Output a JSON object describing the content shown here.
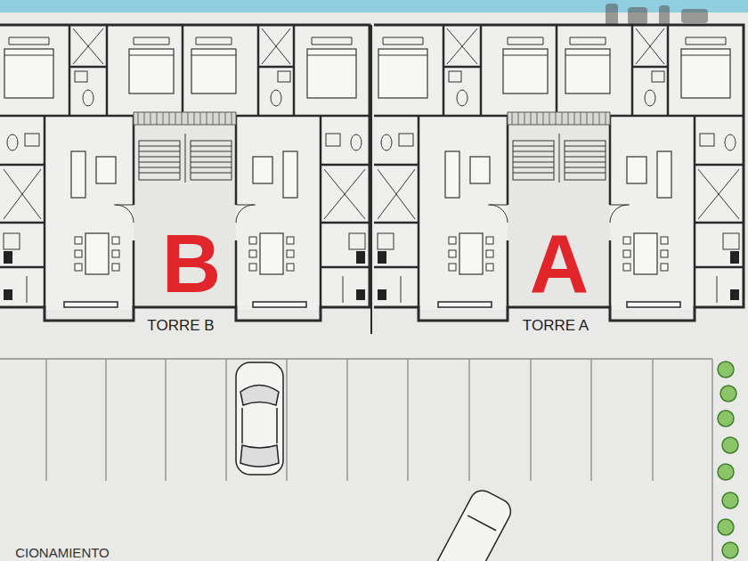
{
  "diagram": {
    "labels": [
      "B",
      "TORRE B",
      "A",
      "TORRE A",
      "CIONAMIENTO"
    ]
  }
}
